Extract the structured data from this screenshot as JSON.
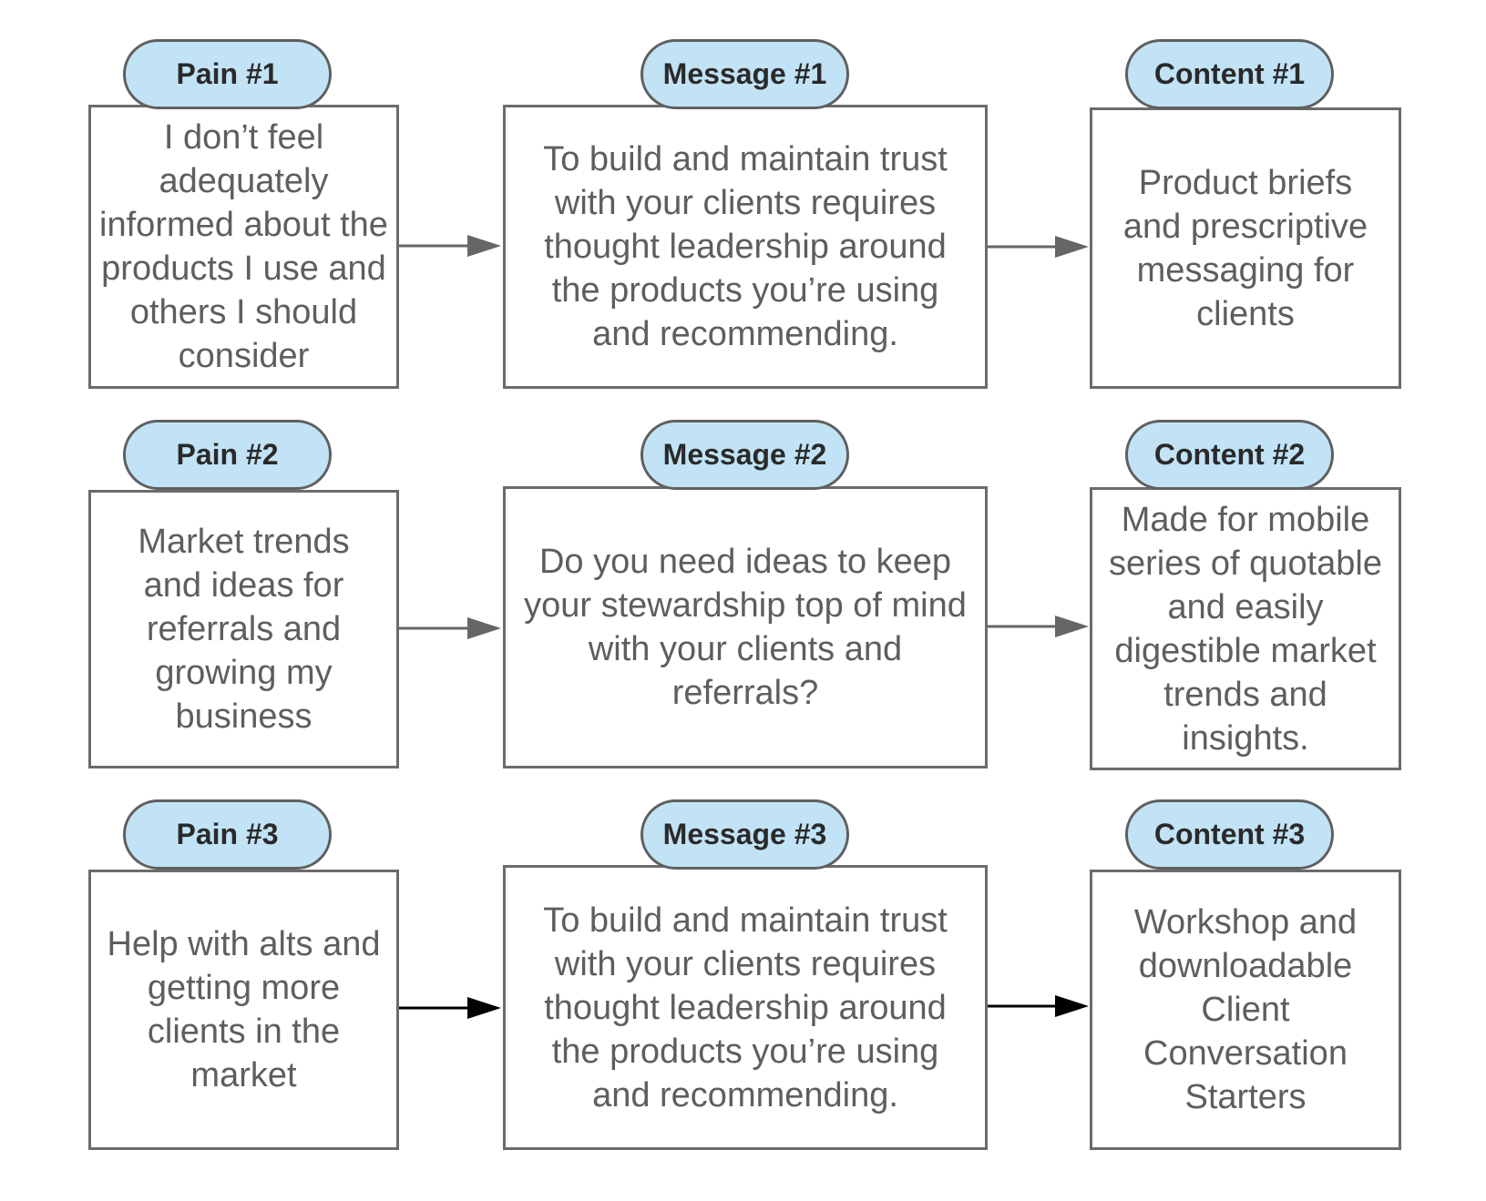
{
  "rows": [
    {
      "pain": {
        "label": "Pain #1",
        "text": "I don’t feel adequately informed about the products I use and others I should consider"
      },
      "message": {
        "label": "Message #1",
        "text": "To build and maintain trust with your clients requires thought leadership around the products you’re using and recommending."
      },
      "content": {
        "label": "Content #1",
        "text": "Product briefs and prescriptive messaging for clients"
      }
    },
    {
      "pain": {
        "label": "Pain #2",
        "text": "Market trends and ideas for referrals and growing my business"
      },
      "message": {
        "label": "Message #2",
        "text": "Do you need ideas to keep your stewardship top of mind with your clients and referrals?"
      },
      "content": {
        "label": "Content #2",
        "text": "Made for mobile series of quotable and easily digestible market trends and insights."
      }
    },
    {
      "pain": {
        "label": "Pain #3",
        "text": "Help with alts and getting more clients in the market"
      },
      "message": {
        "label": "Message #3",
        "text": "To build and maintain trust with your clients requires thought leadership around the products you’re using and recommending."
      },
      "content": {
        "label": "Content #3",
        "text": "Workshop and downloadable Client Conversation Starters"
      }
    }
  ],
  "colors": {
    "pill_fill": "#c2e3f6",
    "pill_border": "#5f5f5f",
    "box_border": "#6b6b6b",
    "body_text": "#5e5e5e",
    "arrow_grey": "#666666",
    "arrow_black": "#000000"
  }
}
